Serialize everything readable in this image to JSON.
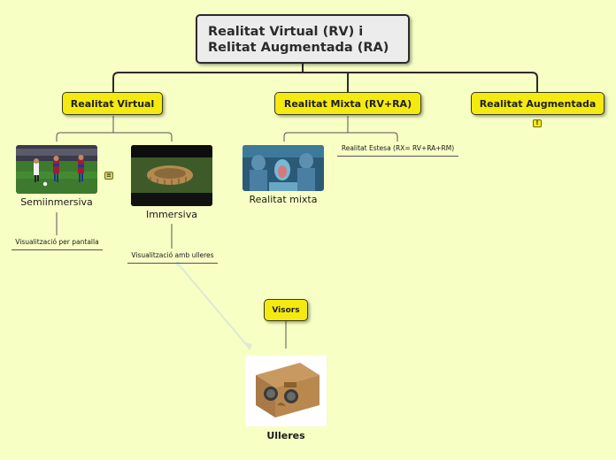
{
  "root": {
    "title": "Realitat Virtual (RV) i\nRelitat Augmentada (RA)"
  },
  "topics": {
    "virtual": "Realitat Virtual",
    "mixed": "Realitat Mixta (RV+RA)",
    "augmented": "Realitat Augmentada"
  },
  "subtopics": {
    "semi": {
      "label": "Semiinmersiva",
      "note": "Visualització per pantalla"
    },
    "immersive": {
      "label": "Immersiva",
      "note": "Visualització amb ulleres"
    },
    "mixed_image": {
      "label": "Realitat mixta"
    },
    "extended": {
      "label": "Realitat Estesa (RX= RV+RA+RM)"
    }
  },
  "floating": {
    "visors": "Visors",
    "ulleres": "Ulleres"
  },
  "icons": {
    "notes": "notes-icon",
    "info": "info-icon"
  },
  "colors": {
    "background": "#f7ffc4",
    "topic_fill": "#f5ea10",
    "root_fill": "#ececec",
    "connector": "#2b2b2b",
    "relation": "#dde9d4"
  }
}
